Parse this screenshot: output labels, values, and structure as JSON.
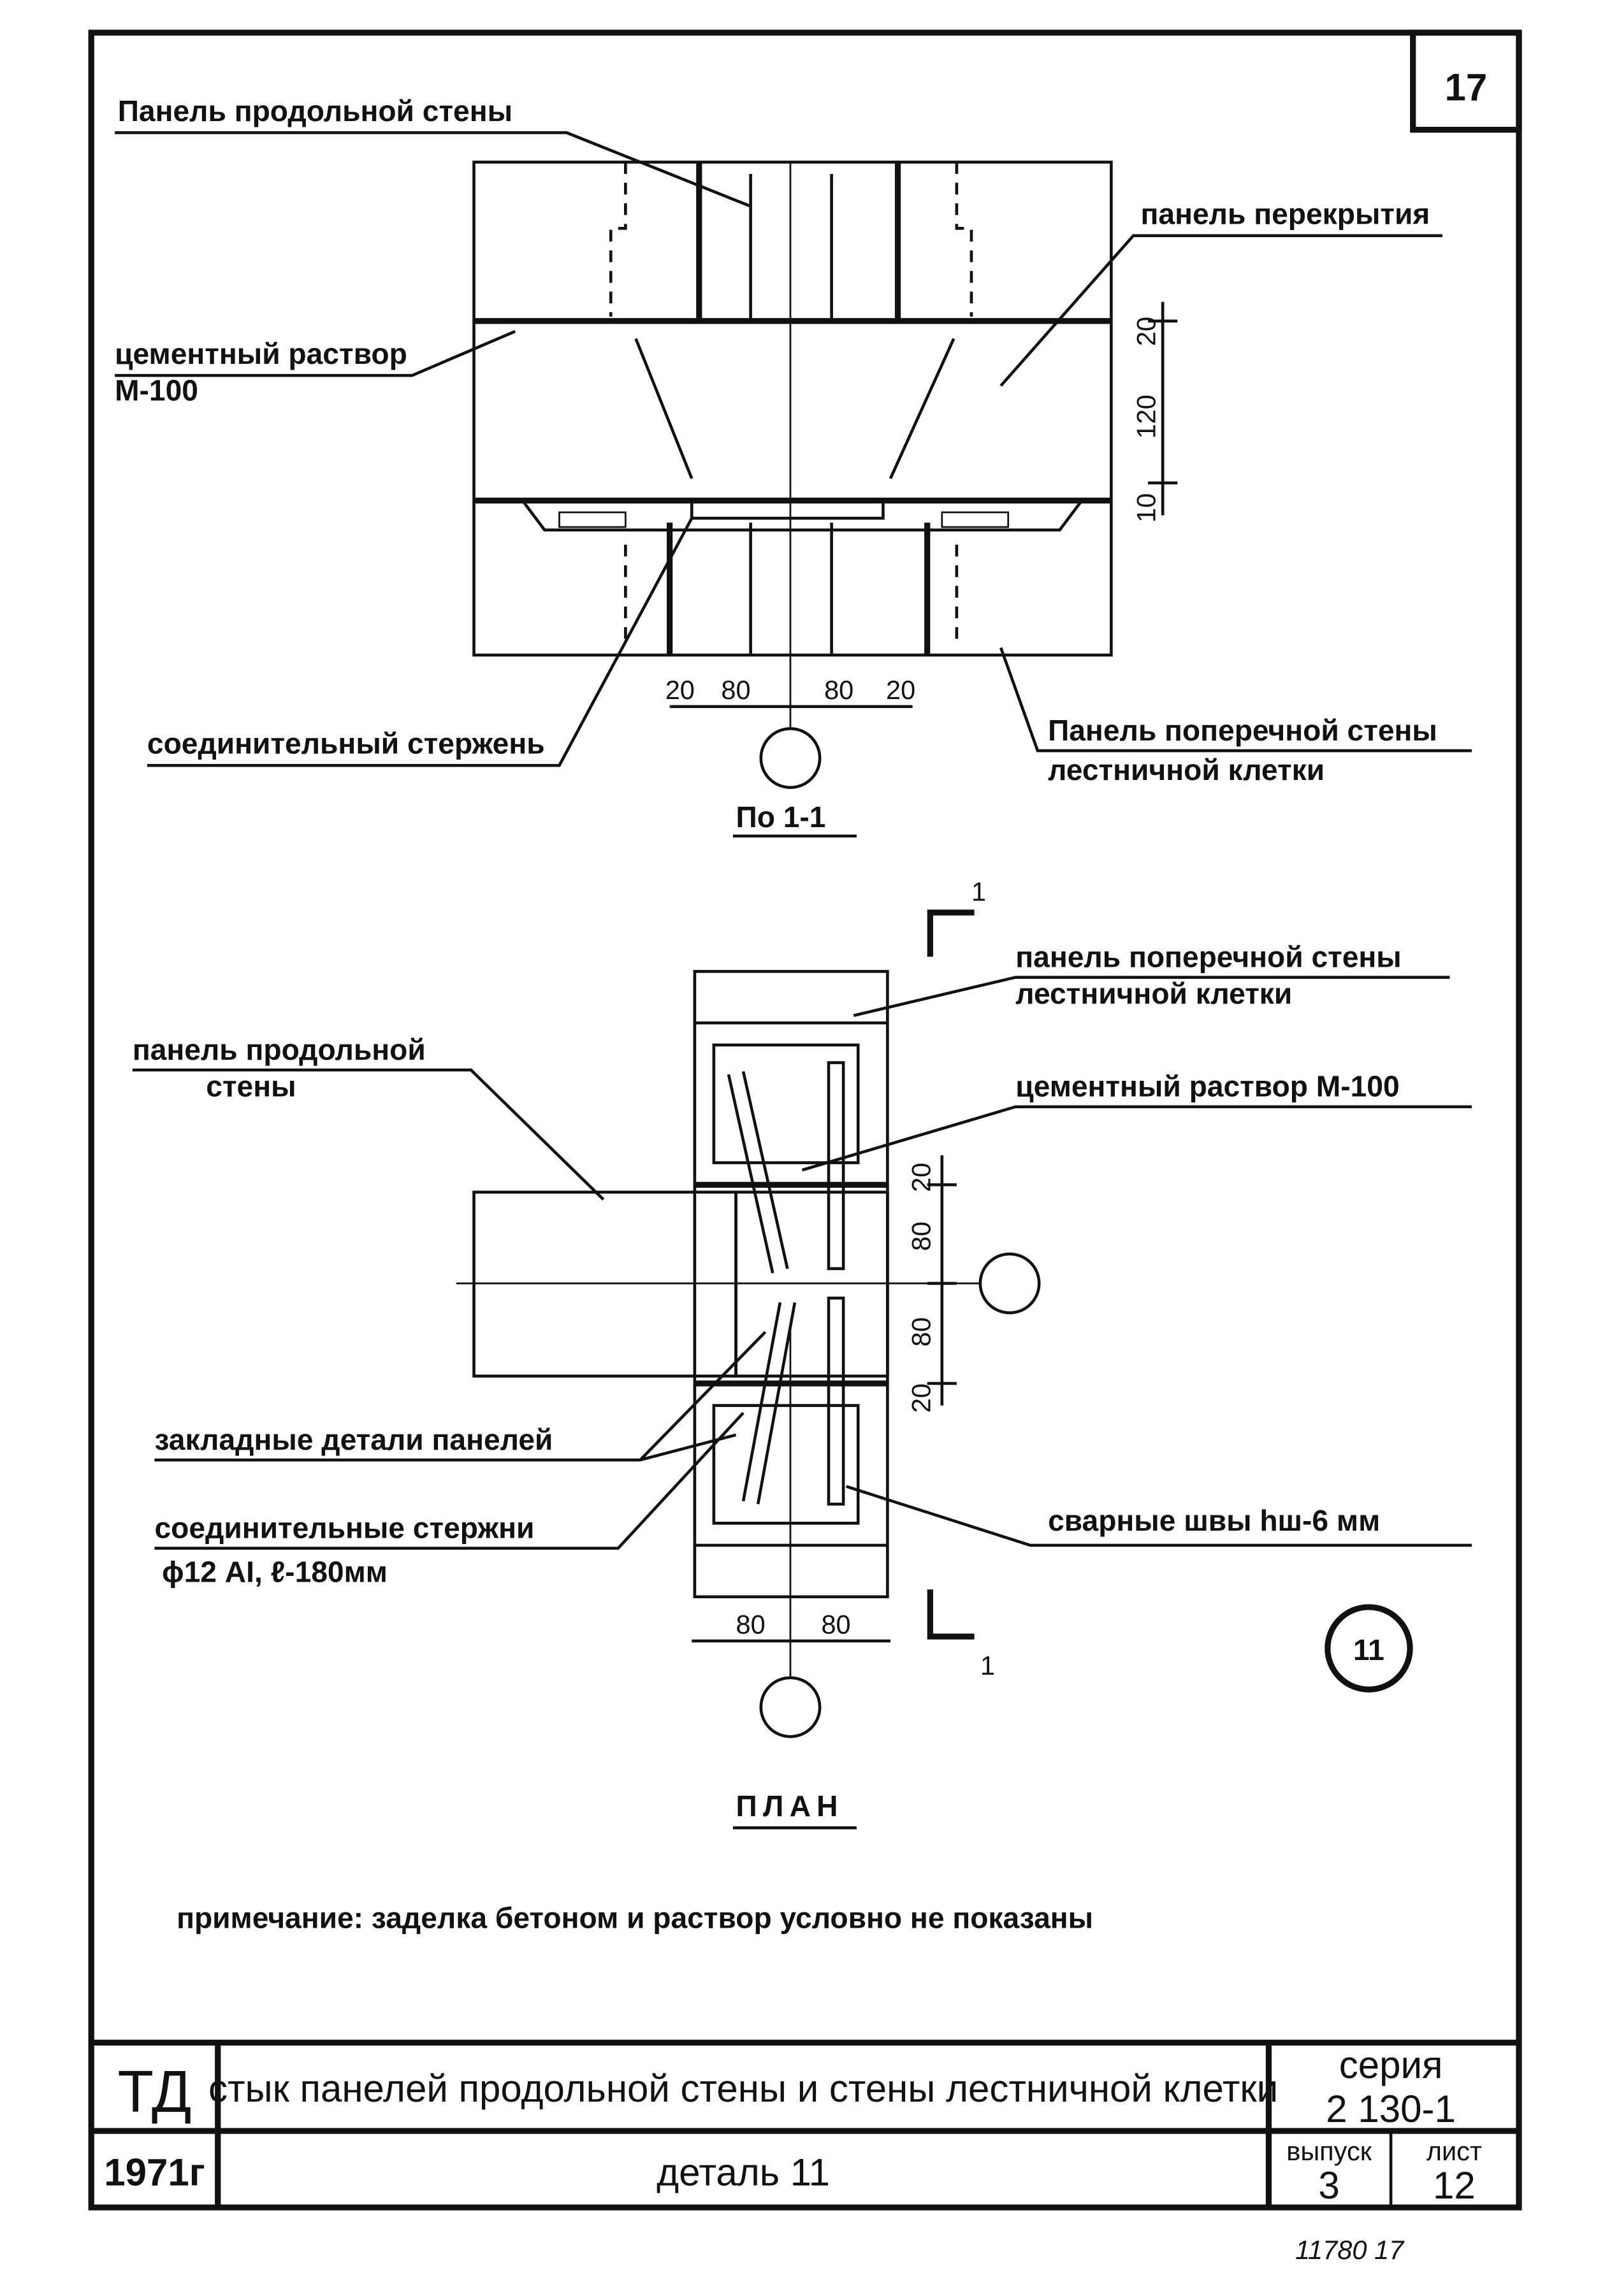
{
  "sheet_corner_number": "17",
  "section": {
    "title": "По 1-1",
    "labels": {
      "longitudinal_wall_panel": "Панель продольной стены",
      "floor_panel": "панель перекрытия",
      "cement_mortar": "цементный раствор",
      "cement_mortar_grade": "М-100",
      "connecting_rod": "соединительный стержень",
      "cross_wall_panel_1": "Панель поперечной стены",
      "cross_wall_panel_2": "лестничной клетки"
    },
    "vertical_dims": [
      "20",
      "120",
      "10"
    ],
    "horizontal_dims": [
      "20",
      "80",
      "80",
      "20"
    ]
  },
  "plan": {
    "title": "ПЛАН",
    "section_mark": "1",
    "labels": {
      "cross_wall_panel_1": "панель поперечной стены",
      "cross_wall_panel_2": "лестничной клетки",
      "long_wall_panel_1": "панель продольной",
      "long_wall_panel_2": "стены",
      "cement_mortar": "цементный раствор М-100",
      "embedded_parts": "закладные детали панелей",
      "connecting_rods": "соединительные стержни",
      "rod_spec": "ϕ12 AI,  ℓ-180мм",
      "welds": "сварные швы hш-6 мм"
    },
    "vertical_dims": [
      "20",
      "80",
      "80",
      "20"
    ],
    "horizontal_dims": [
      "80",
      "80"
    ],
    "detail_number": "11"
  },
  "note": "примечание: заделка бетоном и раствор условно не показаны",
  "title_block": {
    "code": "ТД",
    "title": "стык панелей продольной стены и стены лестничной клетки",
    "series_label": "серия",
    "series_value": "2 130-1",
    "year": "1971г",
    "detail": "деталь 11",
    "issue_label": "выпуск",
    "issue_value": "3",
    "sheet_label": "лист",
    "sheet_value": "12"
  },
  "archive_number": "11780   17"
}
